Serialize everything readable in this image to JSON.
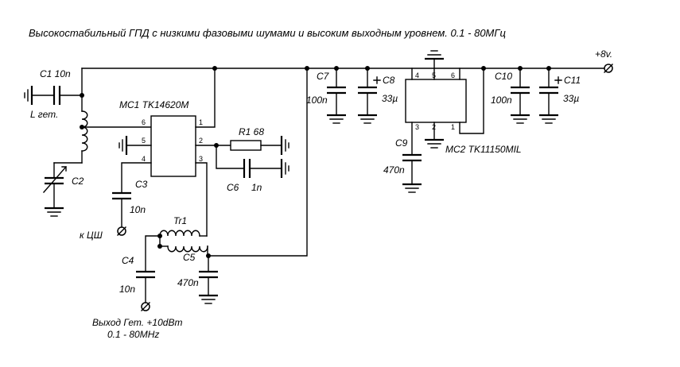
{
  "title": "Высокостабильный ГПД с низкими фазовыми шумами и высоким выходным уровнем. 0.1 - 80МГц",
  "supply": "+8v.",
  "ic1": {
    "label": "MC1 TK14620M",
    "pins": [
      "6",
      "5",
      "4",
      "1",
      "2",
      "3"
    ]
  },
  "ic2": {
    "label": "MC2 TK11150MIL",
    "pins": [
      "4",
      "5",
      "6",
      "3",
      "2",
      "1"
    ]
  },
  "components": {
    "c1": "C1 10n",
    "l": "L гет.",
    "c2": "C2",
    "c3": "C3",
    "c3v": "10n",
    "c4": "C4",
    "c4v": "10n",
    "c5": "C5",
    "c5v": "470n",
    "tr1": "Tr1",
    "r1": "R1 68",
    "c6": "C6",
    "c6v": "1n",
    "c7": "C7",
    "c7v": "100n",
    "c8": "C8",
    "c8v": "33µ",
    "c9": "C9",
    "c9v": "470n",
    "c10": "C10",
    "c10v": "100n",
    "c11": "C11",
    "c11v": "33µ"
  },
  "labels": {
    "kcsh": "к ЦШ",
    "out1": "Выход Гет. +10dBm",
    "out2": "0.1 - 80MHz"
  }
}
